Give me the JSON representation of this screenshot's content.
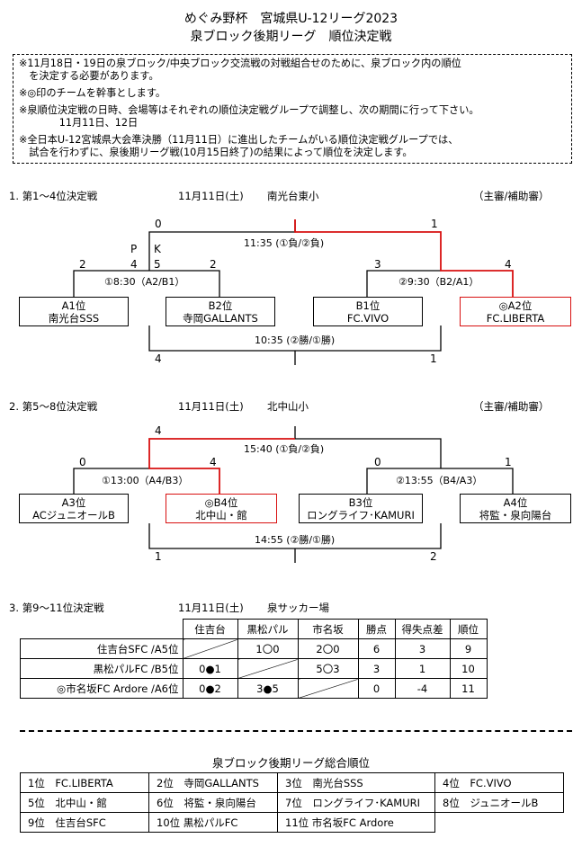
{
  "title_line1": "めぐみ野杯　宮城県U-12リーグ2023",
  "title_line2": "泉ブロック後期リーグ　順位決定戦",
  "notices": [
    "※11月18日・19日の泉ブロック/中央ブロック交流戦の対戦組合せのために、泉ブロック内の順位\n　を決定する必要があります。",
    "※◎印のチームを幹事とします。",
    "※泉順位決定戦の日時、会場等はそれぞれの順位決定戦グループで調整し、次の期間に行って下さい。\n　　　　11月11日、12日",
    "※全日本U-12宮城県大会準決勝（11月11日）に進出したチームがいる順位決定戦グループでは、\n　試合を行わずに、泉後期リーグ戦(10月15日終了)の結果によって順位を決定します。"
  ],
  "referee_label": "（主審/補助審）",
  "bracket1": {
    "heading": "1. 第1～4位決定戦",
    "date": "11月11日(土)",
    "venue": "南光台東小",
    "final_time": "11:35 (①負/②負)",
    "final_left_score": "0",
    "final_right_score": "1",
    "pk_label_p": "P",
    "pk_label_k": "K",
    "pk_score_a": "4",
    "pk_score_b": "5",
    "semi1_time": "①8:30（A2/B1）",
    "semi1_left_score": "2",
    "semi1_right_score": "2",
    "semi2_time": "②9:30（B2/A1）",
    "semi2_left_score": "3",
    "semi2_right_score": "4",
    "third_time": "10:35 (②勝/①勝)",
    "third_left_score": "4",
    "third_right_score": "1",
    "teams": [
      {
        "seed": "A1位",
        "name": "南光台SSS"
      },
      {
        "seed": "B2位",
        "name": "寺岡GALLANTS"
      },
      {
        "seed": "B1位",
        "name": "FC.VIVO"
      },
      {
        "seed": "◎A2位",
        "name": "FC.LIBERTA"
      }
    ]
  },
  "bracket2": {
    "heading": "2. 第5～8位決定戦",
    "date": "11月11日(土)",
    "venue": "北中山小",
    "final_time": "15:40 (①負/②負)",
    "final_left_score": "4",
    "semi1_time": "①13:00（A4/B3）",
    "semi1_left_score": "0",
    "semi1_right_score": "4",
    "semi2_time": "②13:55（B4/A3）",
    "semi2_left_score": "0",
    "semi2_right_score": "1",
    "third_time": "14:55 (②勝/①勝)",
    "third_left_score": "1",
    "third_right_score": "2",
    "teams": [
      {
        "seed": "A3位",
        "name": "ACジュニオールB"
      },
      {
        "seed": "◎B4位",
        "name": "北中山・館"
      },
      {
        "seed": "B3位",
        "name": "ロングライフ･KAMURI"
      },
      {
        "seed": "A4位",
        "name": "将監・泉向陽台"
      }
    ]
  },
  "league": {
    "heading": "3. 第9～11位決定戦",
    "date": "11月11日(土)",
    "venue": "泉サッカー場",
    "headers": [
      "",
      "住吉台",
      "黒松パル",
      "市名坂",
      "勝点",
      "得失点差",
      "順位"
    ],
    "rows": [
      {
        "name": "住吉台SFC /A5位",
        "c1": "",
        "c2": "1〇0",
        "c3": "2〇0",
        "pts": "6",
        "gd": "3",
        "rank": "9"
      },
      {
        "name": "黒松パルFC /B5位",
        "c1": "0●1",
        "c2": "",
        "c3": "5〇3",
        "pts": "3",
        "gd": "1",
        "rank": "10"
      },
      {
        "name": "◎市名坂FC Ardore /A6位",
        "c1": "0●2",
        "c2": "3●5",
        "c3": "",
        "pts": "0",
        "gd": "-4",
        "rank": "11"
      }
    ]
  },
  "standings": {
    "title": "泉ブロック後期リーグ総合順位",
    "cells": [
      [
        "1位　FC.LIBERTA",
        "2位　寺岡GALLANTS",
        "3位　南光台SSS",
        "4位　FC.VIVO"
      ],
      [
        "5位　北中山・館",
        "6位　将監・泉向陽台",
        "7位　ロングライフ･KAMURI",
        "8位　ジュニオールB"
      ],
      [
        "9位　住吉台SFC",
        "10位 黒松パルFC",
        "11位 市名坂FC Ardore",
        ""
      ]
    ]
  }
}
